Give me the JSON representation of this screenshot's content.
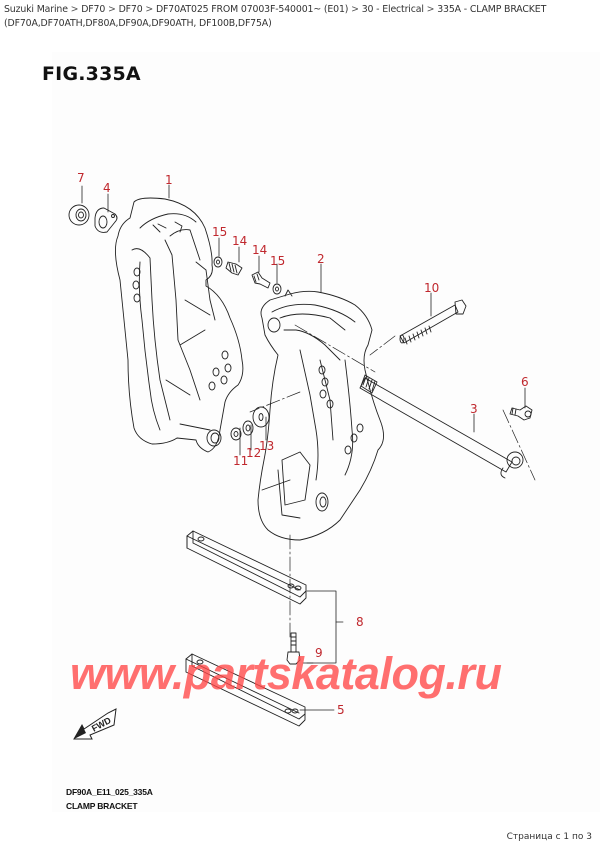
{
  "breadcrumb": {
    "items": [
      "Suzuki Marine",
      "DF70",
      "DF70",
      "DF70AT025 FROM 07003F-540001~ (E01)",
      "30 - Electrical",
      "335A - CLAMP BRACKET (DF70A,DF70ATH,DF80A,DF90A,DF90ATH, DF100B,DF75A)"
    ],
    "separator": ">"
  },
  "figure": {
    "title": "FIG.335A",
    "code": "DF90A_E11_025_335A",
    "caption": "CLAMP BRACKET",
    "fwd_label": "FWD"
  },
  "callouts": [
    {
      "num": "1",
      "part": "clamp-bracket-left"
    },
    {
      "num": "2",
      "part": "clamp-bracket-right"
    },
    {
      "num": "3",
      "part": "shaft"
    },
    {
      "num": "4",
      "part": "plate"
    },
    {
      "num": "5",
      "part": "anode-plate"
    },
    {
      "num": "6",
      "part": "bolt"
    },
    {
      "num": "7",
      "part": "nut"
    },
    {
      "num": "8",
      "part": "anode-assembly"
    },
    {
      "num": "9",
      "part": "bolt"
    },
    {
      "num": "10",
      "part": "bolt"
    },
    {
      "num": "11",
      "part": "nut"
    },
    {
      "num": "12",
      "part": "washer"
    },
    {
      "num": "13",
      "part": "washer"
    },
    {
      "num": "14",
      "part": "bolt"
    },
    {
      "num": "15",
      "part": "washer"
    }
  ],
  "labels": {
    "l1": "1",
    "l2": "2",
    "l3": "3",
    "l4": "4",
    "l5": "5",
    "l6": "6",
    "l7": "7",
    "l8": "8",
    "l9": "9",
    "l10": "10",
    "l11": "11",
    "l12": "12",
    "l13": "13",
    "l14a": "14",
    "l14b": "14",
    "l15a": "15",
    "l15b": "15"
  },
  "watermark": "www.partskatalog.ru",
  "pager": "Страница с 1 по 3",
  "colors": {
    "callout": "#c0282e",
    "watermark": "#ff4646",
    "line": "#222222"
  }
}
